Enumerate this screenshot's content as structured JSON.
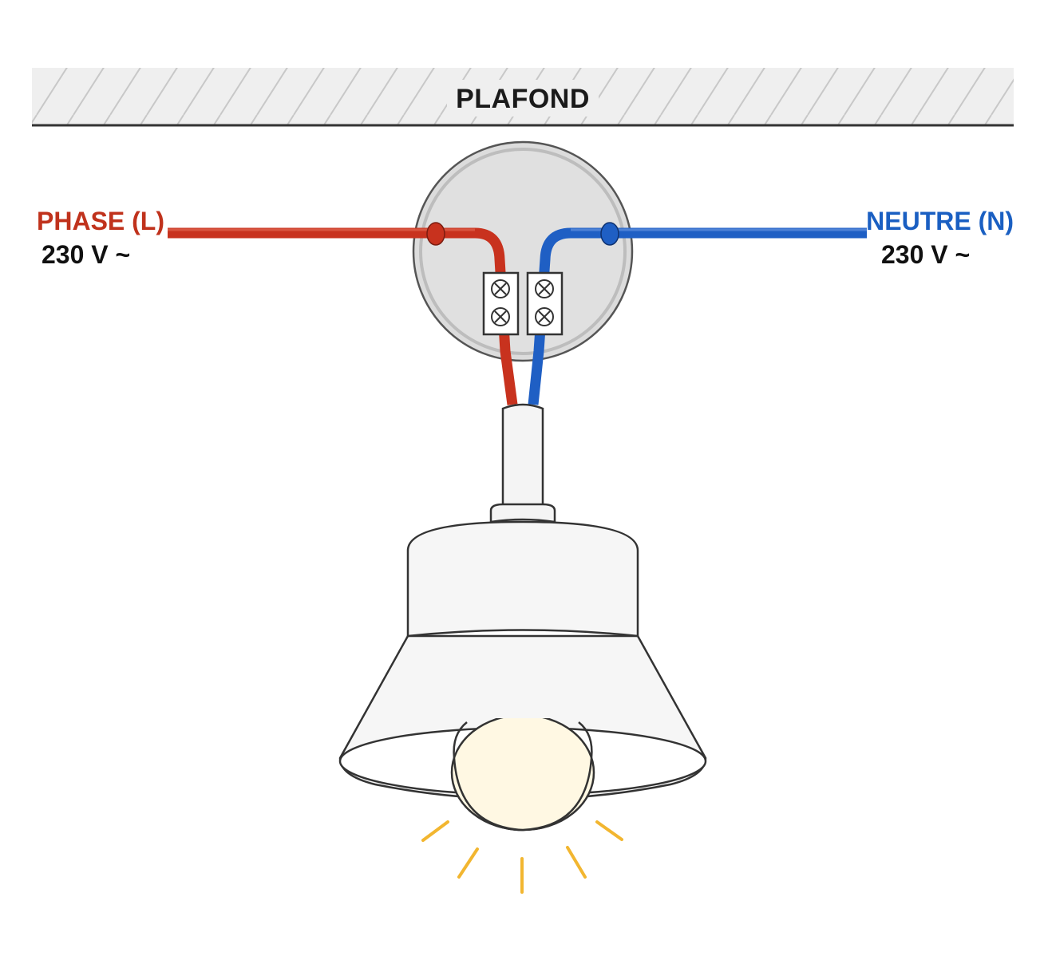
{
  "ceiling": {
    "label": "PLAFOND"
  },
  "phase": {
    "label": "PHASE (L)",
    "voltage": "230 V ~"
  },
  "neutral": {
    "label": "NEUTRE (N)",
    "voltage": "230 V ~"
  },
  "colors": {
    "phase_wire": "#c8321e",
    "neutral_wire": "#1f5fc4",
    "phase_text": "#c0321c",
    "neutral_text": "#1a5fc2",
    "light_rays": "#f2b630",
    "bulb": "#fff8e3"
  }
}
